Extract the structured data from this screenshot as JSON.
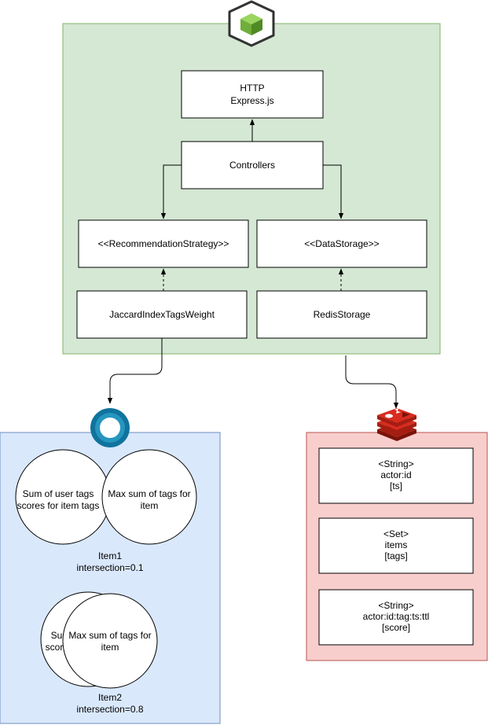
{
  "colors": {
    "app_region": "#d5e8d4",
    "app_region_border": "#82b366",
    "ml_region": "#dae8fc",
    "ml_region_border": "#6c8ebf",
    "redis_region": "#f8cecc",
    "redis_region_border": "#b85450",
    "line": "#000000"
  },
  "icons": {
    "app": "nodejs-hexagon-icon",
    "ml": "ring-icon",
    "db": "redis-stack-icon"
  },
  "app": {
    "http": {
      "line1": "HTTP",
      "line2": "Express.js"
    },
    "controllers": "Controllers",
    "recommendation_strategy": "<<RecommendationStrategy>>",
    "data_storage": "<<DataStorage>>",
    "jaccard": "JaccardIndexTagsWeight",
    "redis_storage": "RedisStorage"
  },
  "item1": {
    "left_circle": {
      "line1": "Sum of user tags",
      "line2": "scores for item tags"
    },
    "right_circle": {
      "line1": "Max sum of tags for",
      "line2": "item"
    },
    "name": "Item1",
    "intersection": "intersection=0.1"
  },
  "item2": {
    "left_circle": {
      "line1": "Sum of user tags",
      "line2": "scores for item tags"
    },
    "right_circle": {
      "line1": "Max sum of tags for",
      "line2": "item"
    },
    "name": "Item2",
    "intersection": "intersection=0.8"
  },
  "redis": {
    "keys": [
      {
        "type": "<String>",
        "key": "actor:id",
        "value": "[ts]"
      },
      {
        "type": "<Set>",
        "key": "items",
        "value": "[tags]"
      },
      {
        "type": "<String>",
        "key": "actor:id:tag:ts:ttl",
        "value": "[score]"
      }
    ]
  }
}
